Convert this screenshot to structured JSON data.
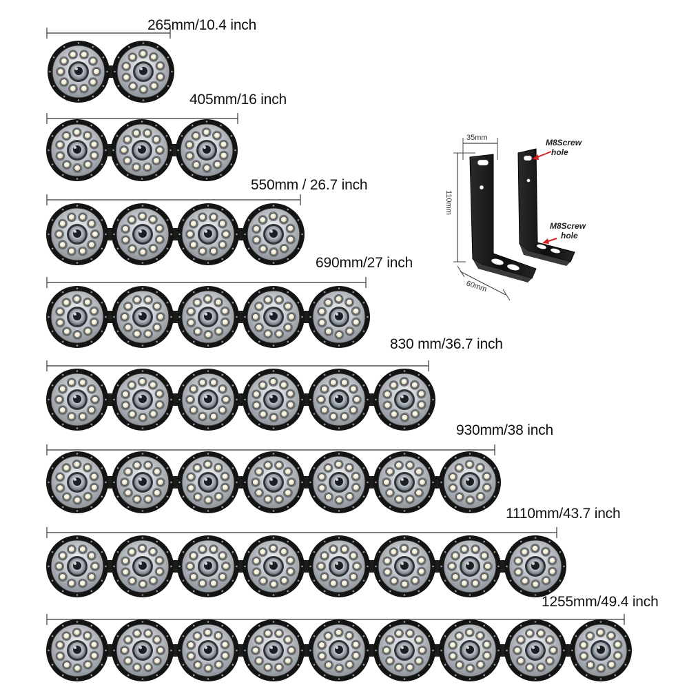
{
  "light_bars": [
    {
      "size_label": "265mm/10.4 inch",
      "light_count": 2
    },
    {
      "size_label": "405mm/16 inch",
      "light_count": 3
    },
    {
      "size_label": "550mm / 26.7 inch",
      "light_count": 4
    },
    {
      "size_label": "690mm/27 inch",
      "light_count": 5
    },
    {
      "size_label": "830 mm/36.7 inch",
      "light_count": 6
    },
    {
      "size_label": "930mm/38 inch",
      "light_count": 7
    },
    {
      "size_label": "1110mm/43.7 inch",
      "light_count": 8
    },
    {
      "size_label": "1255mm/49.4 inch",
      "light_count": 9
    }
  ],
  "bracket": {
    "width_label": "35mm",
    "height_label": "110mm",
    "depth_label": "60mm",
    "top_hole_label_1": "M8Screw",
    "top_hole_label_2": "hole",
    "bottom_hole_label_1": "M8Screw",
    "bottom_hole_label_2": "hole",
    "arrow_color": "#d42020"
  },
  "colors": {
    "housing": "#141414",
    "ring": "#c9cdd2",
    "lens": "#9aa0a8",
    "lens_center": "#1b1f24",
    "led": "#f4f1df",
    "dim_line": "#333333"
  }
}
